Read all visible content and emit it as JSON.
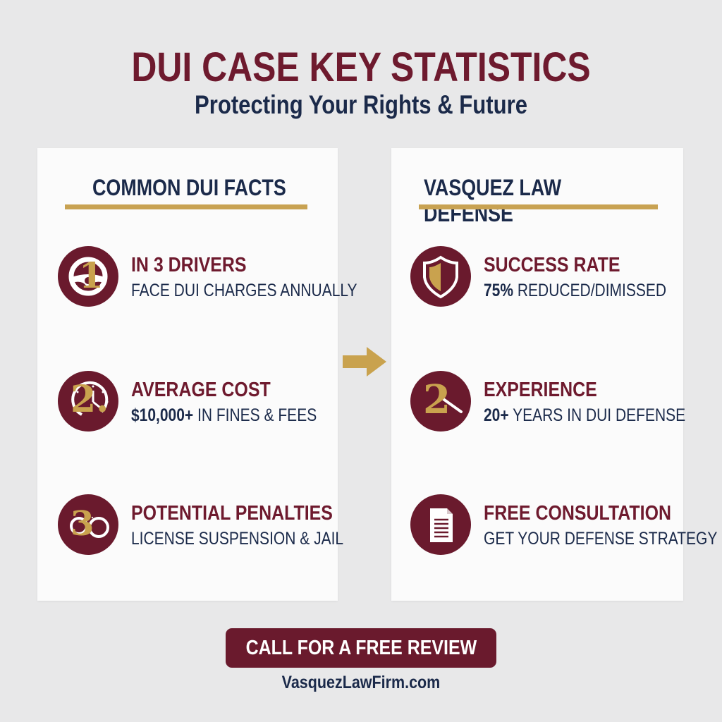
{
  "header": {
    "title": "DUI CASE KEY STATISTICS",
    "subtitle": "Protecting Your Rights & Future"
  },
  "colors": {
    "maroon": "#6a1a2d",
    "navy": "#1b2a4a",
    "gold": "#c8a252",
    "background": "#e8e8e9",
    "card": "#fbfbfb"
  },
  "left_card": {
    "heading": "COMMON DUI FACTS",
    "items": [
      {
        "icon": "steering-wheel-icon",
        "badge": "1",
        "title": "IN 3 DRIVERS",
        "sub_bold": "",
        "sub": "FACE DUI CHARGES ANNUALLY"
      },
      {
        "icon": "clock-icon",
        "badge": "2.",
        "title": "AVERAGE COST",
        "sub_bold": "$10,000+",
        "sub": " IN FINES & FEES"
      },
      {
        "icon": "handcuffs-icon",
        "badge": "3",
        "title": "POTENTIAL PENALTIES",
        "sub_bold": "",
        "sub": "LICENSE SUSPENSION & JAIL"
      }
    ]
  },
  "right_card": {
    "heading": "VASQUEZ LAW DEFENSE",
    "items": [
      {
        "icon": "shield-icon",
        "badge": "",
        "title": "SUCCESS RATE",
        "sub_bold": "75%",
        "sub": " REDUCED/DIMISSED"
      },
      {
        "icon": "gavel-icon",
        "badge": "2",
        "title": "EXPERIENCE",
        "sub_bold": "20+",
        "sub": " YEARS IN DUI DEFENSE"
      },
      {
        "icon": "document-icon",
        "badge": "",
        "title": "FREE CONSULTATION",
        "sub_bold": "",
        "sub": "GET YOUR DEFENSE STRATEGY"
      }
    ]
  },
  "cta": {
    "label": "CALL FOR A FREE REVIEW"
  },
  "footer": {
    "website": "VasquezLawFirm.com"
  }
}
